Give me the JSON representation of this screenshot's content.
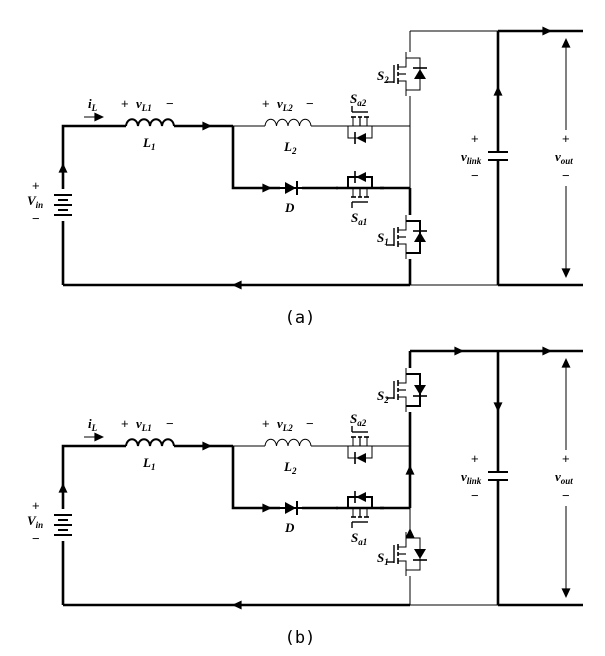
{
  "panels": [
    {
      "caption": "(a)",
      "labels": {
        "i_L": [
          "i",
          "L"
        ],
        "v_L1": [
          "v",
          "L1"
        ],
        "L1": [
          "L",
          "1"
        ],
        "v_L2": [
          "v",
          "L2"
        ],
        "L2": [
          "L",
          "2"
        ],
        "Sa2": [
          "S",
          "a2"
        ],
        "Sa1": [
          "S",
          "a1"
        ],
        "D": [
          "D",
          ""
        ],
        "S1": [
          "S",
          "1"
        ],
        "S2": [
          "S",
          "2"
        ],
        "V_in": [
          "V",
          "in"
        ],
        "v_link": [
          "v",
          "link"
        ],
        "v_out": [
          "v",
          "out"
        ]
      }
    },
    {
      "caption": "(b)",
      "labels": {
        "i_L": [
          "i",
          "L"
        ],
        "v_L1": [
          "v",
          "L1"
        ],
        "L1": [
          "L",
          "1"
        ],
        "v_L2": [
          "v",
          "L2"
        ],
        "L2": [
          "L",
          "2"
        ],
        "Sa2": [
          "S",
          "a2"
        ],
        "Sa1": [
          "S",
          "a1"
        ],
        "D": [
          "D",
          ""
        ],
        "S1": [
          "S",
          "1"
        ],
        "S2": [
          "S",
          "2"
        ],
        "V_in": [
          "V",
          "in"
        ],
        "v_link": [
          "v",
          "link"
        ],
        "v_out": [
          "v",
          "out"
        ]
      }
    }
  ],
  "signs": {
    "plus": "+",
    "minus": "−"
  }
}
